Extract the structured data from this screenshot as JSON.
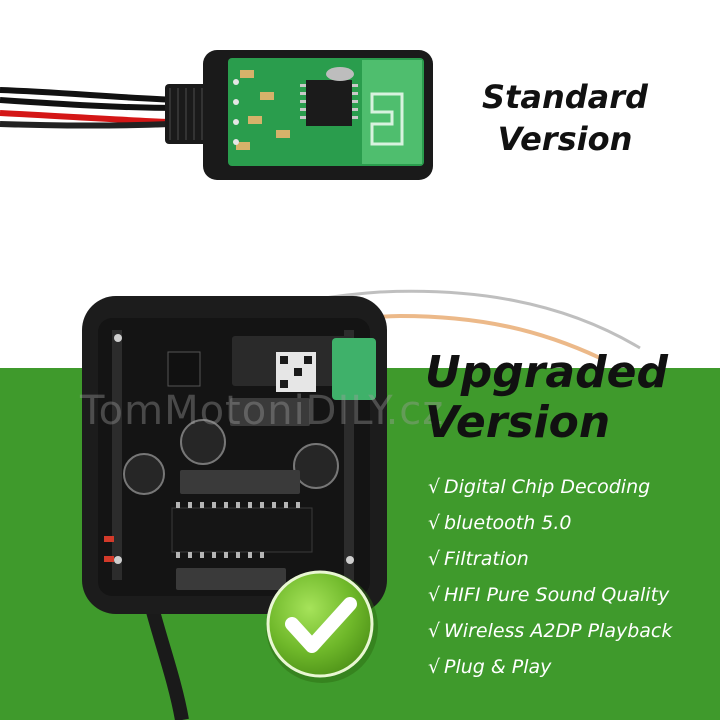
{
  "labels": {
    "standard": [
      "Standard",
      "Version"
    ],
    "upgraded": [
      "Upgraded",
      "Version"
    ]
  },
  "features": [
    {
      "check": "√",
      "text": "Digital Chip Decoding"
    },
    {
      "check": "√",
      "text": "bluetooth 5.0"
    },
    {
      "check": "√",
      "text": "Filtration"
    },
    {
      "check": "√",
      "text": "HIFI Pure Sound Quality"
    },
    {
      "check": "√",
      "text": "Wireless A2DP Playback"
    },
    {
      "check": "√",
      "text": "Plug & Play"
    }
  ],
  "watermark": {
    "pre": "TomMotoniDILY.cz"
  },
  "colors": {
    "green": "#3f9a2c",
    "check_badge": "#7ac231",
    "pcb": "#2f8f48",
    "case": "#1b1b1b"
  },
  "icons": {
    "badge": "checkmark-badge-icon"
  }
}
